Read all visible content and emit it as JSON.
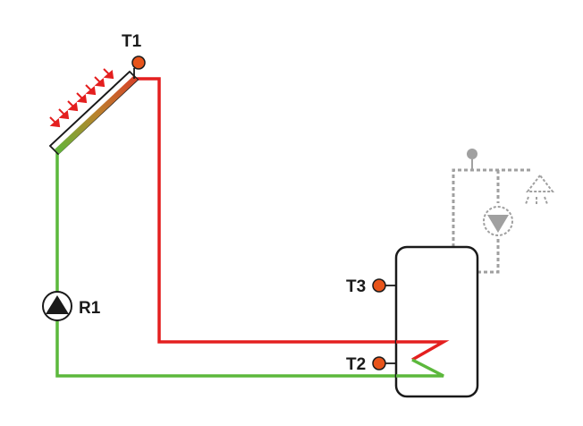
{
  "labels": {
    "collector_sensor": "T1",
    "tank_top_sensor": "T3",
    "tank_bottom_sensor": "T2",
    "circulation_pump": "R1"
  },
  "colors": {
    "hot_line": "#e41f1f",
    "cold_line": "#5cb83c",
    "sensor": "#e8541b",
    "aux_circuit": "#a0a0a0",
    "outline": "#1a1a1a",
    "sun_arrow": "#e41f1f"
  },
  "icons": {
    "collector": "solar-collector-icon",
    "pump": "pump-icon",
    "tank": "storage-tank-icon",
    "shower": "shower-icon",
    "sun_rays": "sun-ray-arrow-icon"
  }
}
